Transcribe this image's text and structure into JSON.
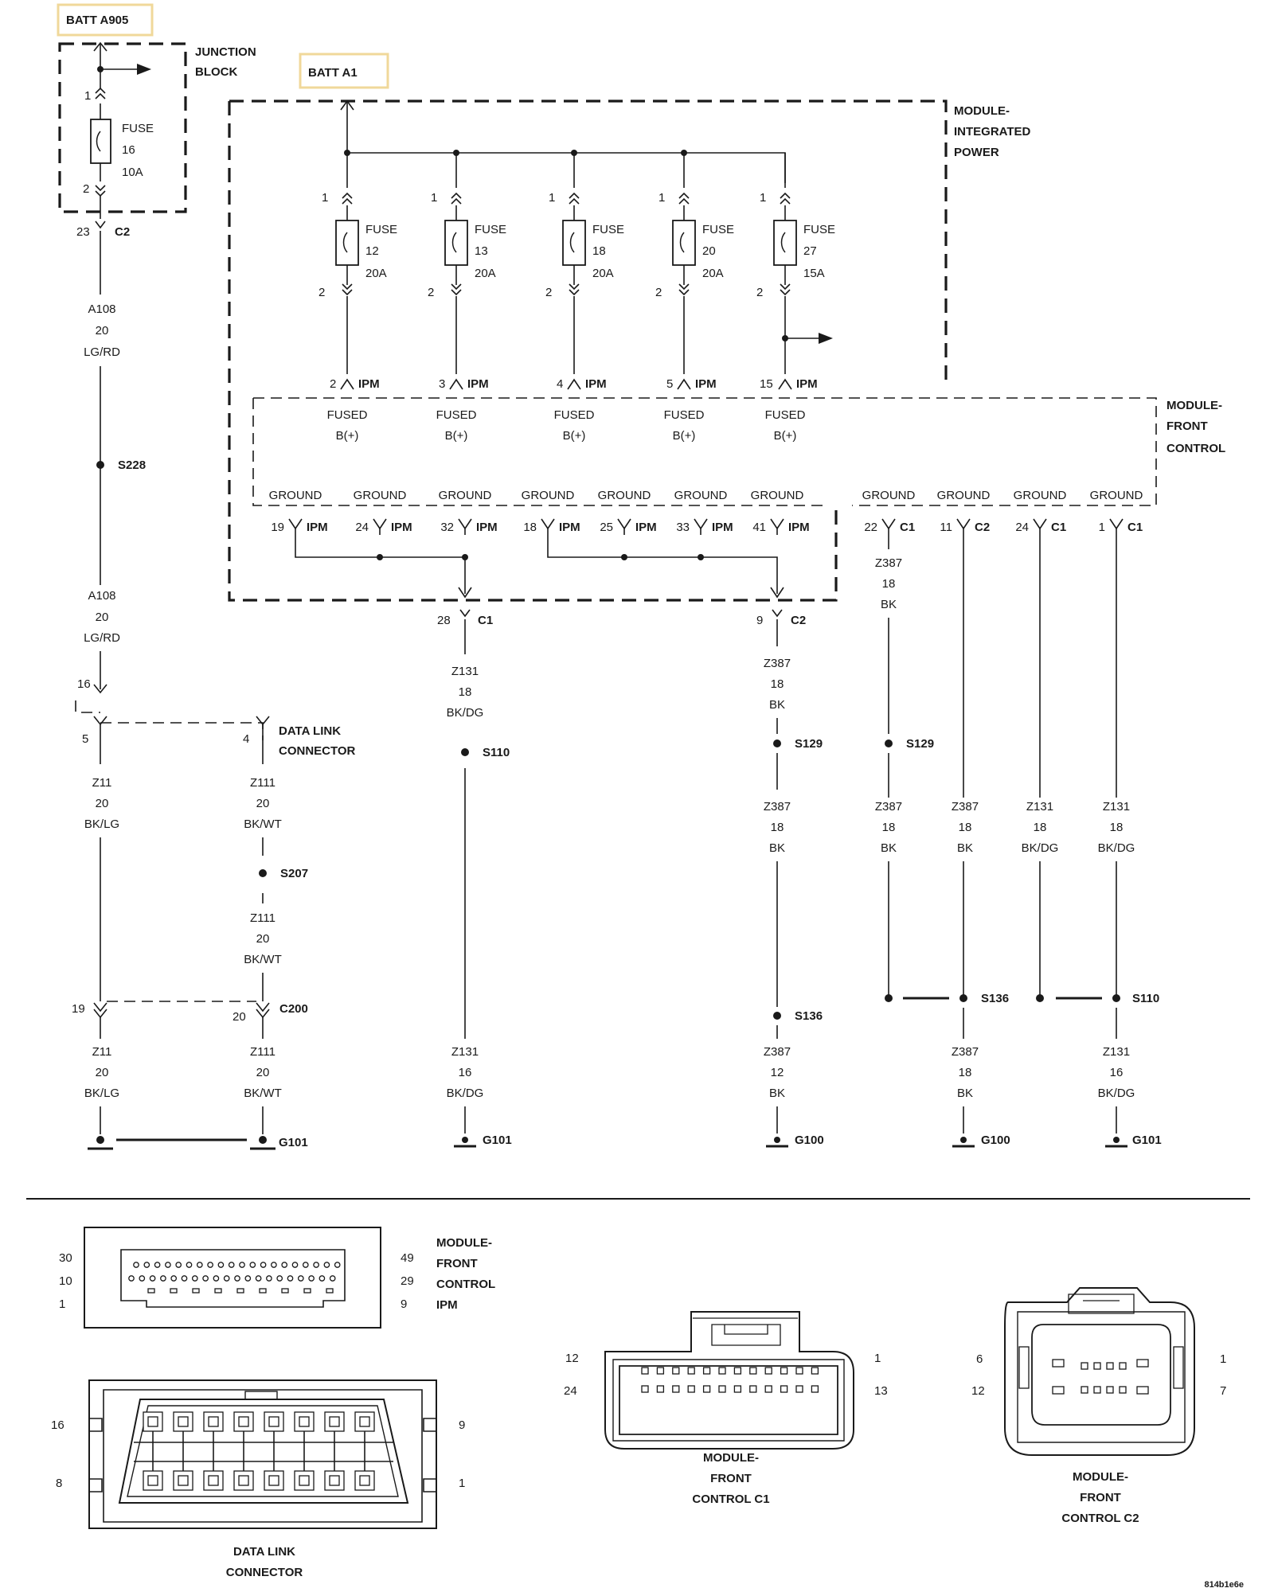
{
  "sources": {
    "batt_a905": "BATT A905",
    "batt_a1": "BATT A1"
  },
  "junction_block": {
    "name_line1": "JUNCTION",
    "name_line2": "BLOCK",
    "fuse": {
      "pin_in": "1",
      "pin_out": "2",
      "word": "FUSE",
      "num": "16",
      "amp": "10A"
    },
    "out_pin": "23",
    "out_conn": "C2"
  },
  "ipm": {
    "name_line1": "MODULE-",
    "name_line2": "INTEGRATED",
    "name_line3": "POWER",
    "fuses": [
      {
        "word": "FUSE",
        "num": "12",
        "amp": "20A",
        "pin_in": "1",
        "pin_out": "2",
        "cav": "2",
        "conn": "IPM"
      },
      {
        "word": "FUSE",
        "num": "13",
        "amp": "20A",
        "pin_in": "1",
        "pin_out": "2",
        "cav": "3",
        "conn": "IPM"
      },
      {
        "word": "FUSE",
        "num": "18",
        "amp": "20A",
        "pin_in": "1",
        "pin_out": "2",
        "cav": "4",
        "conn": "IPM"
      },
      {
        "word": "FUSE",
        "num": "20",
        "amp": "20A",
        "pin_in": "1",
        "pin_out": "2",
        "cav": "5",
        "conn": "IPM"
      },
      {
        "word": "FUSE",
        "num": "27",
        "amp": "15A",
        "pin_in": "1",
        "pin_out": "2",
        "cav": "15",
        "conn": "IPM"
      }
    ]
  },
  "fcm": {
    "name_line1": "MODULE-",
    "name_line2": "FRONT",
    "name_line3": "CONTROL",
    "fused_l1": "FUSED",
    "fused_l2": "B(+)",
    "ground_word": "GROUND",
    "grounds": [
      {
        "cav": "19",
        "conn": "IPM"
      },
      {
        "cav": "24",
        "conn": "IPM"
      },
      {
        "cav": "32",
        "conn": "IPM"
      },
      {
        "cav": "18",
        "conn": "IPM"
      },
      {
        "cav": "25",
        "conn": "IPM"
      },
      {
        "cav": "33",
        "conn": "IPM"
      },
      {
        "cav": "41",
        "conn": "IPM"
      },
      {
        "cav": "22",
        "conn": "C1"
      },
      {
        "cav": "11",
        "conn": "C2"
      },
      {
        "cav": "24",
        "conn": "C1"
      },
      {
        "cav": "1",
        "conn": "C1"
      }
    ],
    "merge_a": {
      "cav": "28",
      "conn": "C1"
    },
    "merge_b": {
      "cav": "9",
      "conn": "C2"
    }
  },
  "dlc_section": {
    "in_pin": "16",
    "pin_a": "5",
    "pin_b": "4",
    "name_line1": "DATA LINK",
    "name_line2": "CONNECTOR",
    "c200": {
      "cav_a": "19",
      "cav_b": "20",
      "conn": "C200"
    }
  },
  "wires": {
    "a108_1": [
      "A108",
      "20",
      "LG/RD"
    ],
    "a108_2": [
      "A108",
      "20",
      "LG/RD"
    ],
    "z11_1": [
      "Z11",
      "20",
      "BK/LG"
    ],
    "z111_1": [
      "Z111",
      "20",
      "BK/WT"
    ],
    "z111_2": [
      "Z111",
      "20",
      "BK/WT"
    ],
    "z11_2": [
      "Z11",
      "20",
      "BK/LG"
    ],
    "z111_3": [
      "Z111",
      "20",
      "BK/WT"
    ],
    "z131_a": [
      "Z131",
      "18",
      "BK/DG"
    ],
    "z131_b": [
      "Z131",
      "16",
      "BK/DG"
    ],
    "z387_a": [
      "Z387",
      "18",
      "BK"
    ],
    "z387_b": [
      "Z387",
      "18",
      "BK"
    ],
    "z387_c": [
      "Z387",
      "12",
      "BK"
    ],
    "z387_d": [
      "Z387",
      "18",
      "BK"
    ],
    "z387_e": [
      "Z387",
      "18",
      "BK"
    ],
    "z387_f": [
      "Z387",
      "18",
      "BK"
    ],
    "z387_g": [
      "Z387",
      "18",
      "BK"
    ],
    "z131_c": [
      "Z131",
      "18",
      "BK/DG"
    ],
    "z131_d": [
      "Z131",
      "18",
      "BK/DG"
    ],
    "z131_e": [
      "Z131",
      "16",
      "BK/DG"
    ]
  },
  "splices": {
    "s228": "S228",
    "s207": "S207",
    "s110": "S110",
    "s129": "S129",
    "s136": "S136"
  },
  "grounds_out": {
    "g101": "G101",
    "g100": "G100"
  },
  "connector_views": {
    "ipm_conn": {
      "line1": "MODULE-",
      "line2": "FRONT",
      "line3": "CONTROL",
      "line4": "IPM",
      "left": [
        "30",
        "10",
        "1"
      ],
      "right": [
        "49",
        "29",
        "9"
      ]
    },
    "dlc": {
      "line1": "DATA LINK",
      "line2": "CONNECTOR",
      "tl": "16",
      "bl": "8",
      "tr": "9",
      "br": "1"
    },
    "c1": {
      "line1": "MODULE-",
      "line2": "FRONT",
      "line3": "CONTROL C1",
      "tl": "12",
      "bl": "24",
      "tr": "1",
      "br": "13"
    },
    "c2": {
      "line1": "MODULE-",
      "line2": "FRONT",
      "line3": "CONTROL C2",
      "tl": "6",
      "bl": "12",
      "tr": "1",
      "br": "7"
    }
  },
  "figure_id": "814b1e6e"
}
